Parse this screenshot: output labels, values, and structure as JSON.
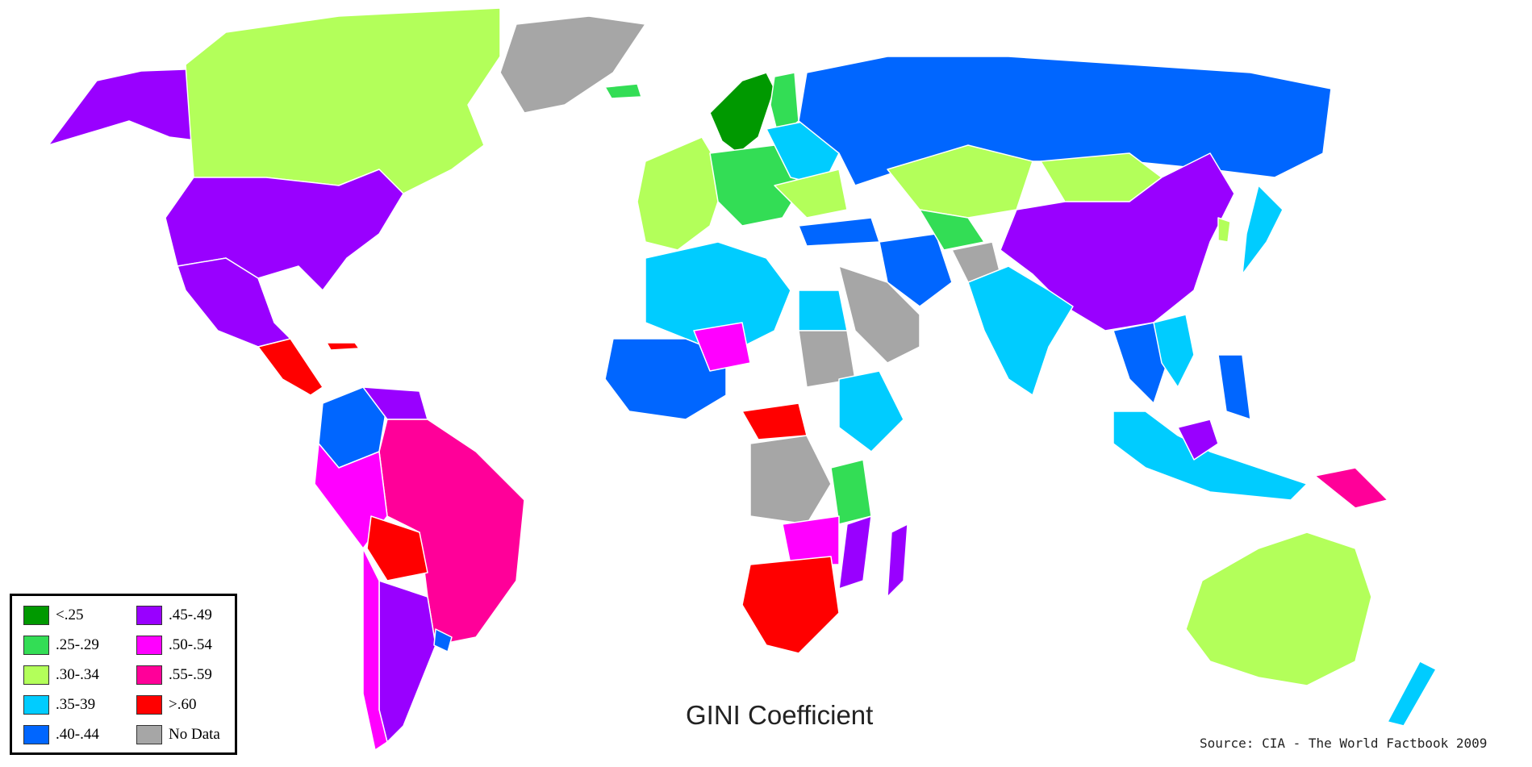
{
  "title": "GINI Coefficient",
  "source": "Source: CIA - The World Factbook 2009",
  "legend": [
    {
      "label": "<.25",
      "color": "#009900"
    },
    {
      "label": ".25-.29",
      "color": "#33dd55"
    },
    {
      "label": ".30-.34",
      "color": "#b3ff5a"
    },
    {
      "label": ".35-39",
      "color": "#00ccff"
    },
    {
      "label": ".40-.44",
      "color": "#0066ff"
    },
    {
      "label": ".45-.49",
      "color": "#9900ff"
    },
    {
      "label": ".50-.54",
      "color": "#ff00ff"
    },
    {
      "label": ".55-.59",
      "color": "#ff0099"
    },
    {
      "label": ">.60",
      "color": "#ff0000"
    },
    {
      "label": "No Data",
      "color": "#a6a6a6"
    }
  ]
}
